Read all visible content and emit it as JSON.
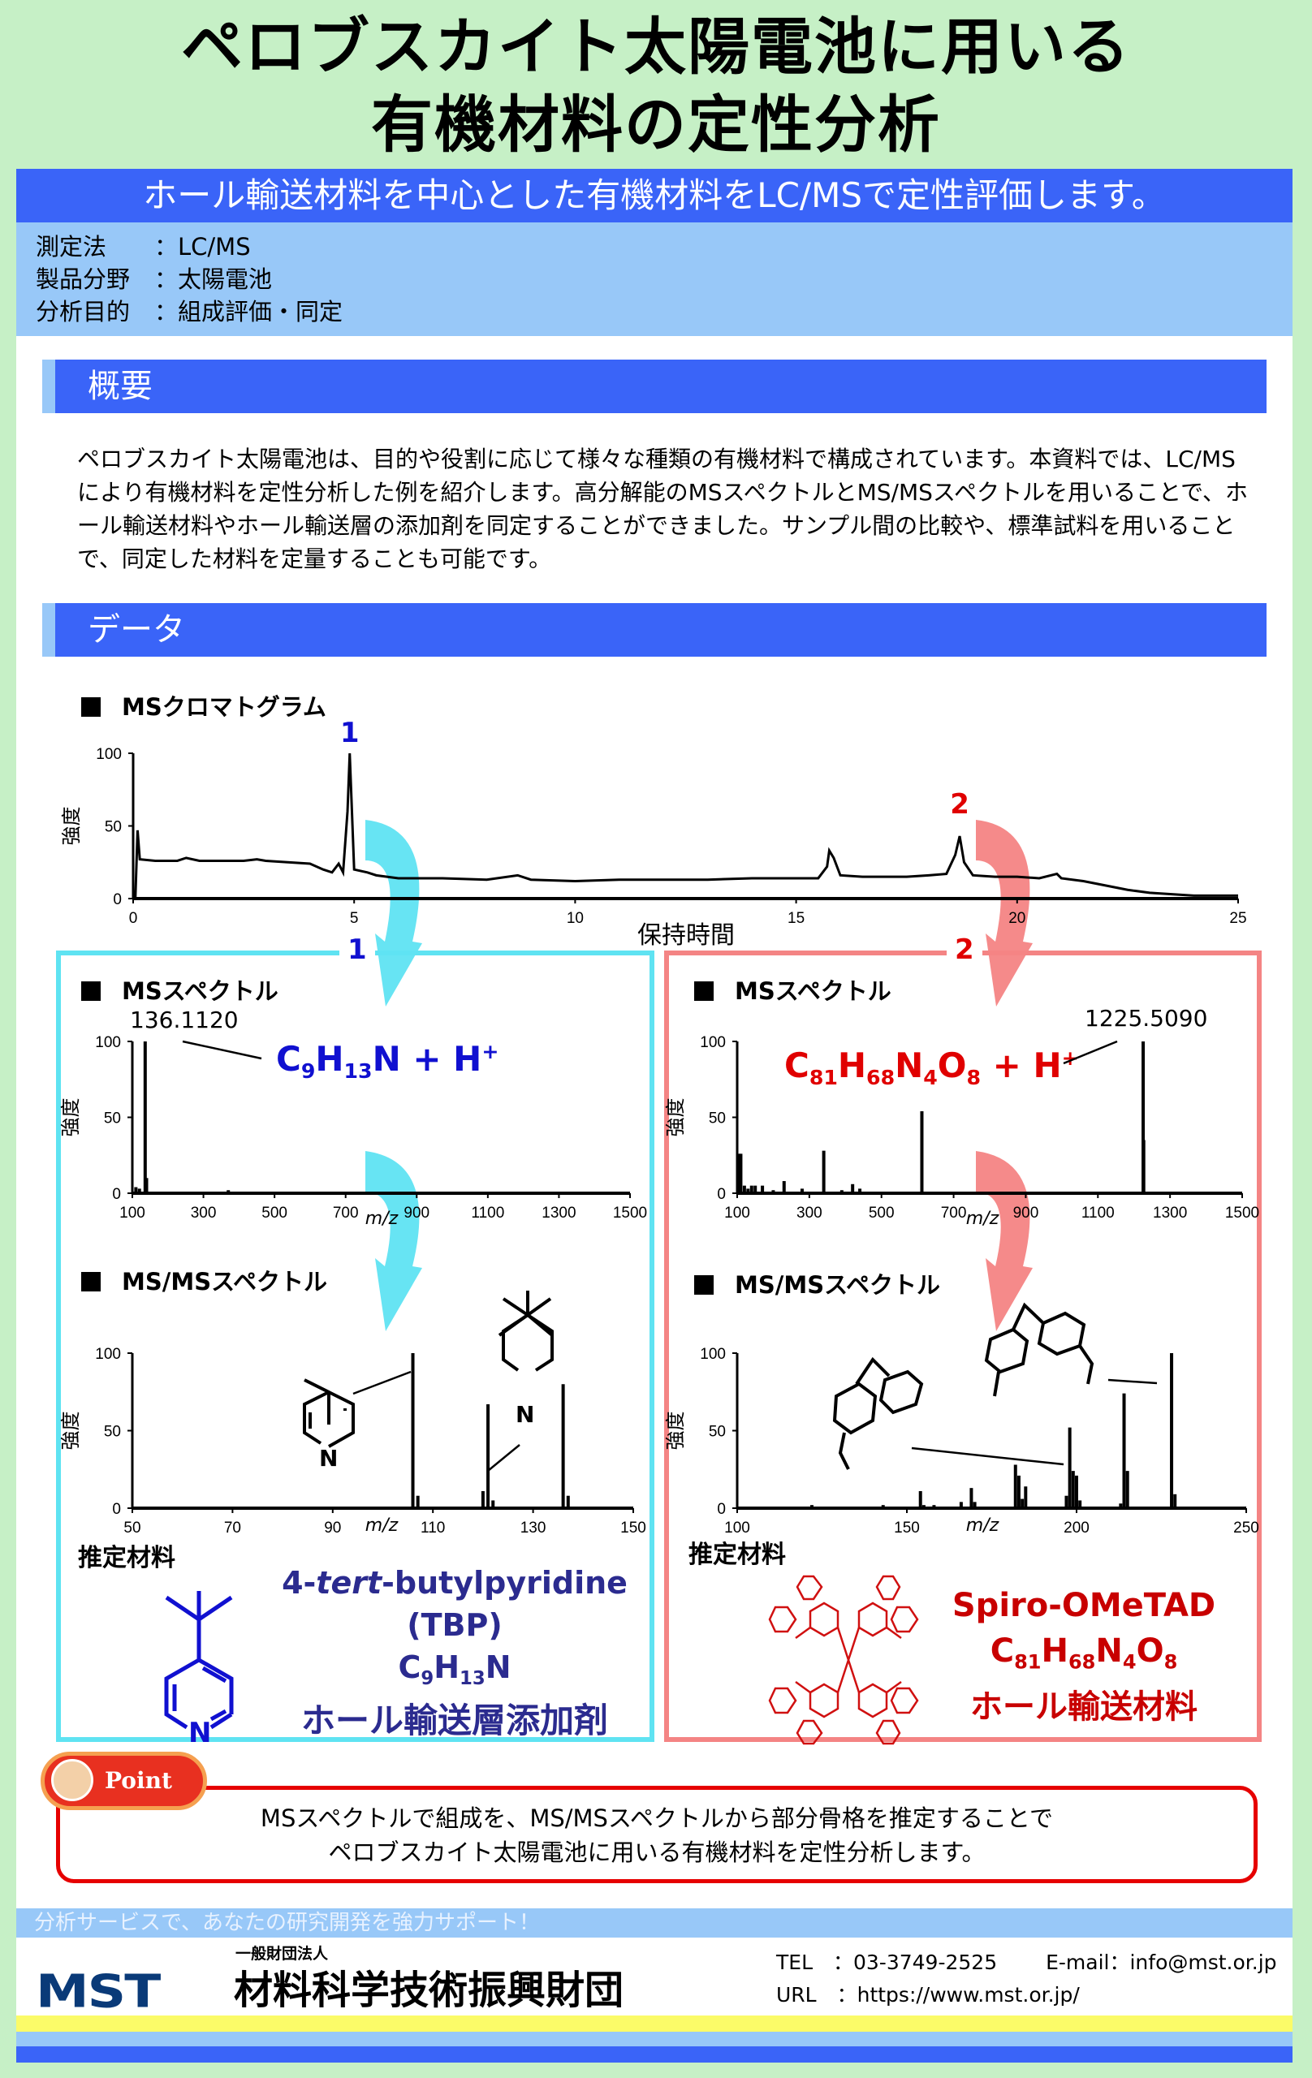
{
  "title": {
    "line1": "ペロブスカイト太陽電池に用いる",
    "line2": "有機材料の定性分析"
  },
  "banner": "ホール輸送材料を中心とした有機材料をLC/MSで定性評価します。",
  "info": [
    {
      "key": "測定法",
      "value": "：LC/MS"
    },
    {
      "key": "製品分野",
      "value": "：太陽電池"
    },
    {
      "key": "分析目的",
      "value": "：組成評価・同定"
    }
  ],
  "sections": {
    "overview": "概要",
    "data": "データ"
  },
  "overview_text": "ペロブスカイト太陽電池は、目的や役割に応じて様々な種類の有機材料で構成されています。本資料では、LC/MSにより有機材料を定性分析した例を紹介します。高分解能のMSスペクトルとMS/MSスペクトルを用いることで、ホール輸送材料やホール輸送層の添加剤を同定することができました。サンプル間の比較や、標準試料を用いることで、同定した材料を定量することも可能です。",
  "labels": {
    "chromatogram": "MSクロマトグラム",
    "ms": "MSスペクトル",
    "msms": "MS/MSスペクトル",
    "estimated": "推定材料",
    "peak1": "1",
    "peak2": "2"
  },
  "colors": {
    "peak1": "#1010d0",
    "peak2": "#e00000",
    "box1": "#5fe3f2",
    "box2": "#f48484",
    "accent": "#3a64f8"
  },
  "annotations": {
    "ms1_mass": "136.1120",
    "ms1_formula": {
      "c": "C",
      "c_n": "9",
      "h": "H",
      "h_n": "13",
      "rest": "N + H",
      "charge": "+"
    },
    "ms2_mass": "1225.5090",
    "ms2_formula": {
      "c": "C",
      "c_n": "81",
      "h": "H",
      "h_n": "68",
      "n": "N",
      "n_n": "4",
      "o": "O",
      "o_n": "8",
      "rest": " + H",
      "charge": "+"
    }
  },
  "materials": {
    "left": {
      "name_pre": "4-",
      "name_italic": "tert",
      "name_post": "-butylpyridine",
      "abbr": "(TBP)",
      "formula": {
        "c": "C",
        "c_n": "9",
        "h": "H",
        "h_n": "13",
        "n": "N"
      },
      "role": "ホール輸送層添加剤",
      "structure_label": "N"
    },
    "right": {
      "name": "Spiro-OMeTAD",
      "formula": {
        "c": "C",
        "c_n": "81",
        "h": "H",
        "h_n": "68",
        "n": "N",
        "n_n": "4",
        "o": "O",
        "o_n": "8"
      },
      "role": "ホール輸送材料"
    }
  },
  "point": {
    "badge": "Point",
    "line1": "MSスペクトルで組成を、MS/MSスペクトルから部分骨格を推定することで",
    "line2": "ペロブスカイト太陽電池に用いる有機材料を定性分析します。"
  },
  "footer": {
    "tagline": "分析サービスで、あなたの研究開発を強力サポート！",
    "logo": "MST",
    "org_type": "一般財団法人",
    "org_name": "材料科学技術振興財団",
    "tel": "TEL　：03-3749-2525",
    "email": "E-mail：info@mst.or.jp",
    "url": "URL　：https://www.mst.or.jp/"
  },
  "chart_data": [
    {
      "id": "chromatogram",
      "type": "line",
      "xlabel": "保持時間",
      "ylabel": "強度",
      "xlim": [
        0,
        25
      ],
      "ylim": [
        0,
        100
      ],
      "xticks": [
        "0",
        "5",
        "10",
        "15",
        "20",
        "25"
      ],
      "yticks": [
        "0",
        "50",
        "100"
      ],
      "peak_labels": [
        {
          "text": "1",
          "x": 4.9
        },
        {
          "text": "2",
          "x": 18.7
        }
      ],
      "points": [
        [
          0,
          0
        ],
        [
          0.05,
          0
        ],
        [
          0.1,
          47
        ],
        [
          0.15,
          27
        ],
        [
          0.5,
          26
        ],
        [
          1,
          26
        ],
        [
          1.2,
          28
        ],
        [
          1.5,
          26
        ],
        [
          2,
          26
        ],
        [
          2.5,
          26
        ],
        [
          2.8,
          27
        ],
        [
          3,
          26
        ],
        [
          3.5,
          25
        ],
        [
          4,
          24
        ],
        [
          4.3,
          20
        ],
        [
          4.5,
          18
        ],
        [
          4.65,
          24
        ],
        [
          4.75,
          18
        ],
        [
          4.85,
          60
        ],
        [
          4.9,
          100
        ],
        [
          4.95,
          60
        ],
        [
          5,
          20
        ],
        [
          5.3,
          18
        ],
        [
          5.5,
          16
        ],
        [
          6,
          14
        ],
        [
          6.5,
          14
        ],
        [
          7,
          14
        ],
        [
          8,
          13
        ],
        [
          8.7,
          16
        ],
        [
          9,
          13
        ],
        [
          10,
          12
        ],
        [
          11,
          13
        ],
        [
          12,
          13
        ],
        [
          13,
          13
        ],
        [
          14,
          14
        ],
        [
          15,
          14
        ],
        [
          15.5,
          14
        ],
        [
          15.7,
          22
        ],
        [
          15.75,
          33
        ],
        [
          15.85,
          28
        ],
        [
          16,
          16
        ],
        [
          16.5,
          15
        ],
        [
          17,
          15
        ],
        [
          17.5,
          15
        ],
        [
          18,
          16
        ],
        [
          18.4,
          17
        ],
        [
          18.6,
          30
        ],
        [
          18.7,
          43
        ],
        [
          18.8,
          25
        ],
        [
          19,
          16
        ],
        [
          19.5,
          15
        ],
        [
          20,
          15
        ],
        [
          20.5,
          14
        ],
        [
          20.9,
          17
        ],
        [
          21,
          14
        ],
        [
          21.5,
          12
        ],
        [
          22,
          9
        ],
        [
          22.5,
          6
        ],
        [
          23,
          4
        ],
        [
          23.5,
          3
        ],
        [
          24,
          2
        ],
        [
          25,
          2
        ]
      ]
    },
    {
      "id": "ms1",
      "type": "bar",
      "xlabel": "m/z",
      "ylabel": "強度",
      "xlim": [
        100,
        1500
      ],
      "ylim": [
        0,
        100
      ],
      "xticks": [
        "100",
        "300",
        "500",
        "700",
        "900",
        "1100",
        "1300",
        "1500"
      ],
      "yticks": [
        "0",
        "50",
        "100"
      ],
      "peaks": [
        [
          110,
          4
        ],
        [
          120,
          3
        ],
        [
          136.112,
          100
        ],
        [
          140,
          10
        ],
        [
          160,
          1
        ],
        [
          180,
          1
        ],
        [
          370,
          2
        ]
      ]
    },
    {
      "id": "msms1",
      "type": "bar",
      "xlabel": "m/z",
      "ylabel": "強度",
      "xlim": [
        50,
        150
      ],
      "ylim": [
        0,
        100
      ],
      "xticks": [
        "50",
        "70",
        "90",
        "110",
        "130",
        "150"
      ],
      "yticks": [
        "0",
        "50",
        "100"
      ],
      "peaks": [
        [
          79,
          1
        ],
        [
          80,
          1
        ],
        [
          106,
          100
        ],
        [
          107,
          8
        ],
        [
          120,
          11
        ],
        [
          121,
          67
        ],
        [
          122,
          5
        ],
        [
          136,
          80
        ],
        [
          137,
          8
        ]
      ]
    },
    {
      "id": "ms2",
      "type": "bar",
      "xlabel": "m/z",
      "ylabel": "強度",
      "xlim": [
        100,
        1500
      ],
      "ylim": [
        0,
        100
      ],
      "xticks": [
        "100",
        "300",
        "500",
        "700",
        "900",
        "1100",
        "1300",
        "1500"
      ],
      "yticks": [
        "0",
        "50",
        "100"
      ],
      "peaks": [
        [
          105,
          26
        ],
        [
          110,
          26
        ],
        [
          120,
          5
        ],
        [
          130,
          3
        ],
        [
          140,
          5
        ],
        [
          150,
          5
        ],
        [
          170,
          5
        ],
        [
          200,
          2
        ],
        [
          230,
          8
        ],
        [
          280,
          3
        ],
        [
          340,
          28
        ],
        [
          390,
          2
        ],
        [
          420,
          6
        ],
        [
          440,
          3
        ],
        [
          612,
          54
        ],
        [
          1225.509,
          100
        ],
        [
          1227,
          35
        ]
      ]
    },
    {
      "id": "msms2",
      "type": "bar",
      "xlabel": "m/z",
      "ylabel": "強度",
      "xlim": [
        100,
        250
      ],
      "ylim": [
        0,
        100
      ],
      "xticks": [
        "100",
        "150",
        "200",
        "250"
      ],
      "yticks": [
        "0",
        "50",
        "100"
      ],
      "peaks": [
        [
          115,
          1
        ],
        [
          122,
          2
        ],
        [
          143,
          2
        ],
        [
          145,
          1
        ],
        [
          154,
          11
        ],
        [
          155,
          2
        ],
        [
          158,
          2
        ],
        [
          166,
          4
        ],
        [
          169,
          13
        ],
        [
          170,
          4
        ],
        [
          180,
          1
        ],
        [
          182,
          28
        ],
        [
          183,
          21
        ],
        [
          184,
          6
        ],
        [
          185,
          14
        ],
        [
          197,
          8
        ],
        [
          198,
          52
        ],
        [
          199,
          24
        ],
        [
          200,
          21
        ],
        [
          201,
          5
        ],
        [
          213,
          3
        ],
        [
          214,
          74
        ],
        [
          215,
          24
        ],
        [
          228,
          100
        ],
        [
          229,
          9
        ],
        [
          235,
          1
        ],
        [
          240,
          1
        ]
      ]
    }
  ]
}
